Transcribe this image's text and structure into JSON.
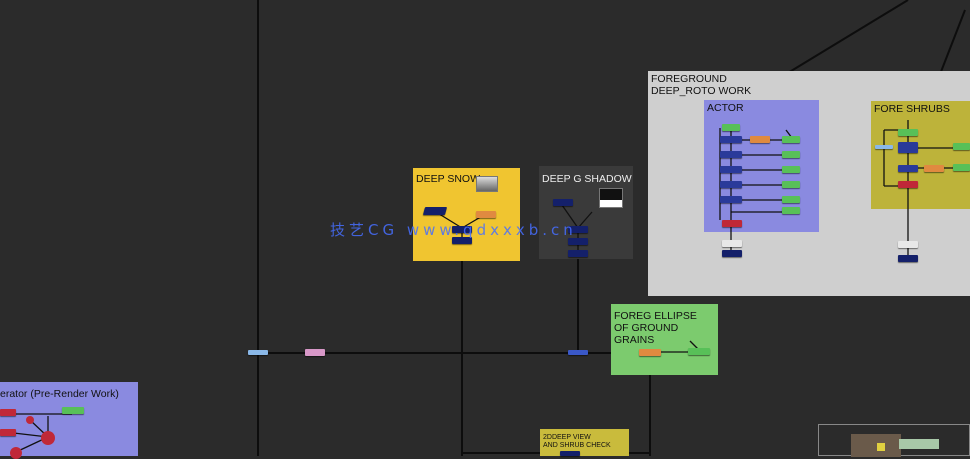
{
  "backdrops": {
    "foreground": {
      "label": "FOREGROUND\nDEEP_ROTO  WORK",
      "color": "#cfcfcf"
    },
    "actor": {
      "label": "ACTOR",
      "color": "#8a8ae0"
    },
    "fore_shrubs": {
      "label": "FORE SHRUBS",
      "color": "#bdb33a"
    },
    "deep_snow": {
      "label": "DEEP SNOW",
      "color": "#f0c530"
    },
    "deep_g_shadow": {
      "label": "DEEP G SHADOW",
      "color": "#3a3a3a"
    },
    "foreground_ellipse": {
      "label": "FOREG ELLIPSE\nOF GROUND GRAINS",
      "color": "#7ccb6e"
    },
    "generator": {
      "label": "erator (Pre-Render Work)",
      "color": "#8a8ae0"
    },
    "deep_view": {
      "label": "2DDEEP VIEW\nAND SHRUB CHECK",
      "color": "#c9bb3c"
    }
  },
  "watermark": "技艺CG  www.qdxxxb.cn",
  "colors": {
    "canvas": "#2b2b2b",
    "node_blue": "#2a3a9a",
    "node_navy": "#14206a",
    "node_green": "#58c058",
    "node_orange": "#e08a40",
    "node_red": "#c02838",
    "node_light_blue": "#8ab8e8",
    "node_pink": "#d898c8",
    "node_white": "#e8e8e8"
  }
}
